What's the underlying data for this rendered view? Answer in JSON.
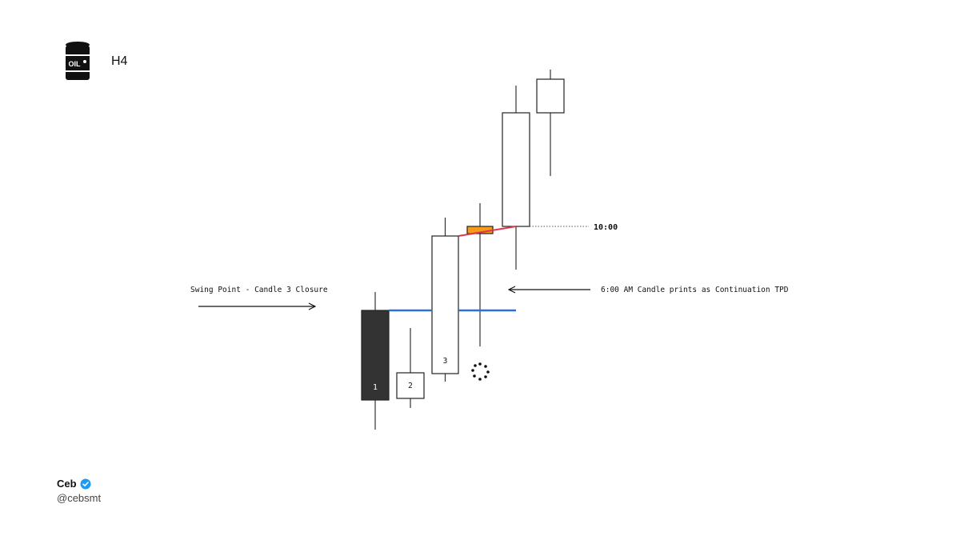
{
  "header": {
    "icon": "oil-barrel-icon",
    "icon_text": "OIL",
    "timeframe": "H4"
  },
  "annotations": {
    "swing_point": "Swing Point - Candle 3 Closure",
    "continuation": "6:00 AM Candle prints as Continuation TPD",
    "time_label": "10:00"
  },
  "candles": [
    {
      "label": "1",
      "color": "#333333"
    },
    {
      "label": "2",
      "color": "#ffffff"
    },
    {
      "label": "3",
      "color": "#ffffff"
    },
    {
      "label": "",
      "color": "#f59a1a"
    },
    {
      "label": "",
      "color": "#ffffff"
    },
    {
      "label": "",
      "color": "#ffffff"
    }
  ],
  "colors": {
    "swing_line": "#2f6fd6",
    "trend_line": "#e0344a",
    "bearish_candle": "#333333",
    "highlight_candle": "#f59a1a",
    "verified": "#1d9bf0"
  },
  "author": {
    "name": "Ceb",
    "handle": "@cebsmt",
    "badge": "verified-badge-icon"
  }
}
